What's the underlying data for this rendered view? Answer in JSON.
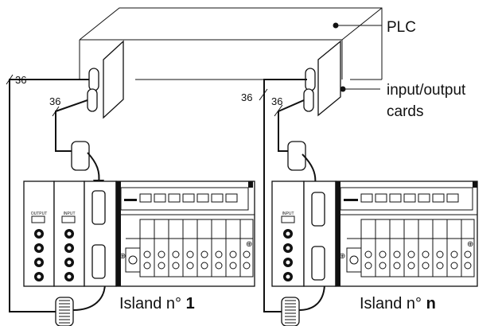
{
  "labels": {
    "plc": "PLC",
    "io_cards_line1": "input/output",
    "io_cards_line2": "cards",
    "cable_count": "36",
    "island1_prefix": "Island n°",
    "island1_suffix": "1",
    "islandn_prefix": "Island n°",
    "islandn_suffix": "n"
  },
  "module_labels": {
    "output": "OUTPUT",
    "input": "INPUT"
  },
  "islands": [
    {
      "id": "island-1",
      "io_modules": [
        "output",
        "input"
      ],
      "valve_count": 8
    },
    {
      "id": "island-n",
      "io_modules": [
        "input"
      ],
      "valve_count": 8
    }
  ]
}
